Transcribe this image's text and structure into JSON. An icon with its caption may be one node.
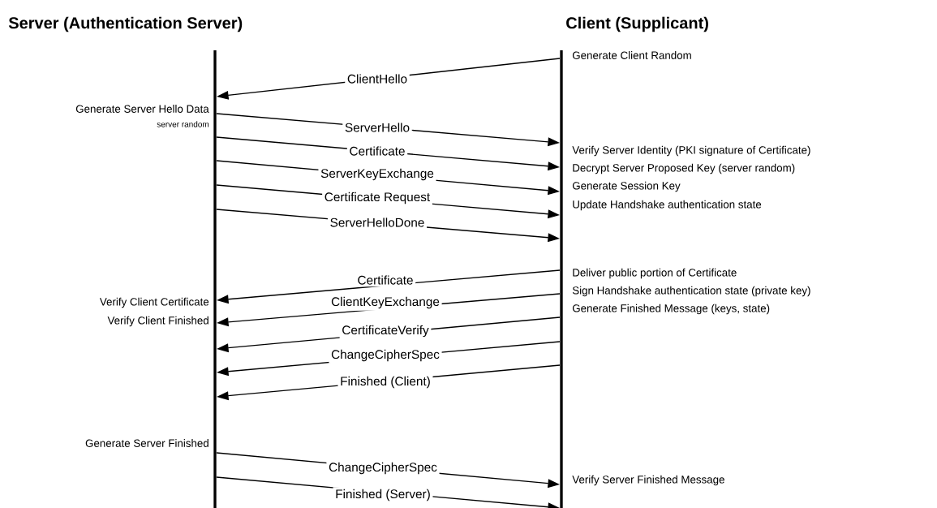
{
  "diagram": {
    "nodes": [
      {
        "text": [
          "Server (Authentication Server)"
        ],
        "beside": [
          "Generate Server Hello Data",
          "server random",
          "Verify Client Certificate",
          "Verify Client Finished",
          "Generate Server Finished"
        ]
      },
      {
        "text": [
          "Client (Supplicant)"
        ],
        "beside": [
          "Generate Client Random",
          "Verify Server Identity (PKI signature of Certificate)",
          "Decrypt Server Proposed Key (server random)",
          "Generate Session Key",
          "Update Handshake authentication state",
          "Deliver public portion of Certificate",
          "Sign Handshake authentication state (private key)",
          "Generate Finished Message (keys, state)",
          "Verify Server Finished Message"
        ]
      }
    ],
    "edges": [
      {
        "from": 1,
        "to": 0,
        "arrow": "to",
        "label": "ClientHello"
      },
      {
        "from": 0,
        "to": 1,
        "arrow": "to",
        "label": "ServerHello"
      },
      {
        "from": 0,
        "to": 1,
        "arrow": "to",
        "label": "Certificate"
      },
      {
        "from": 0,
        "to": 1,
        "arrow": "to",
        "label": "ServerKeyExchange"
      },
      {
        "from": 0,
        "to": 1,
        "arrow": "to",
        "label": "Certificate Request"
      },
      {
        "from": 0,
        "to": 1,
        "arrow": "to",
        "label": "ServerHelloDone"
      },
      {
        "from": 1,
        "to": 0,
        "arrow": "to",
        "label": "Certificate"
      },
      {
        "from": 1,
        "to": 0,
        "arrow": "to",
        "label": "ClientKeyExchange"
      },
      {
        "from": 1,
        "to": 0,
        "arrow": "to",
        "label": "CertificateVerify"
      },
      {
        "from": 1,
        "to": 0,
        "arrow": "to",
        "label": "ChangeCipherSpec"
      },
      {
        "from": 1,
        "to": 0,
        "arrow": "to",
        "label": "Finished (Client)"
      },
      {
        "from": 0,
        "to": 1,
        "arrow": "to",
        "label": "ChangeCipherSpec"
      },
      {
        "from": 0,
        "to": 1,
        "arrow": "to",
        "label": "Finished (Server)"
      }
    ]
  }
}
